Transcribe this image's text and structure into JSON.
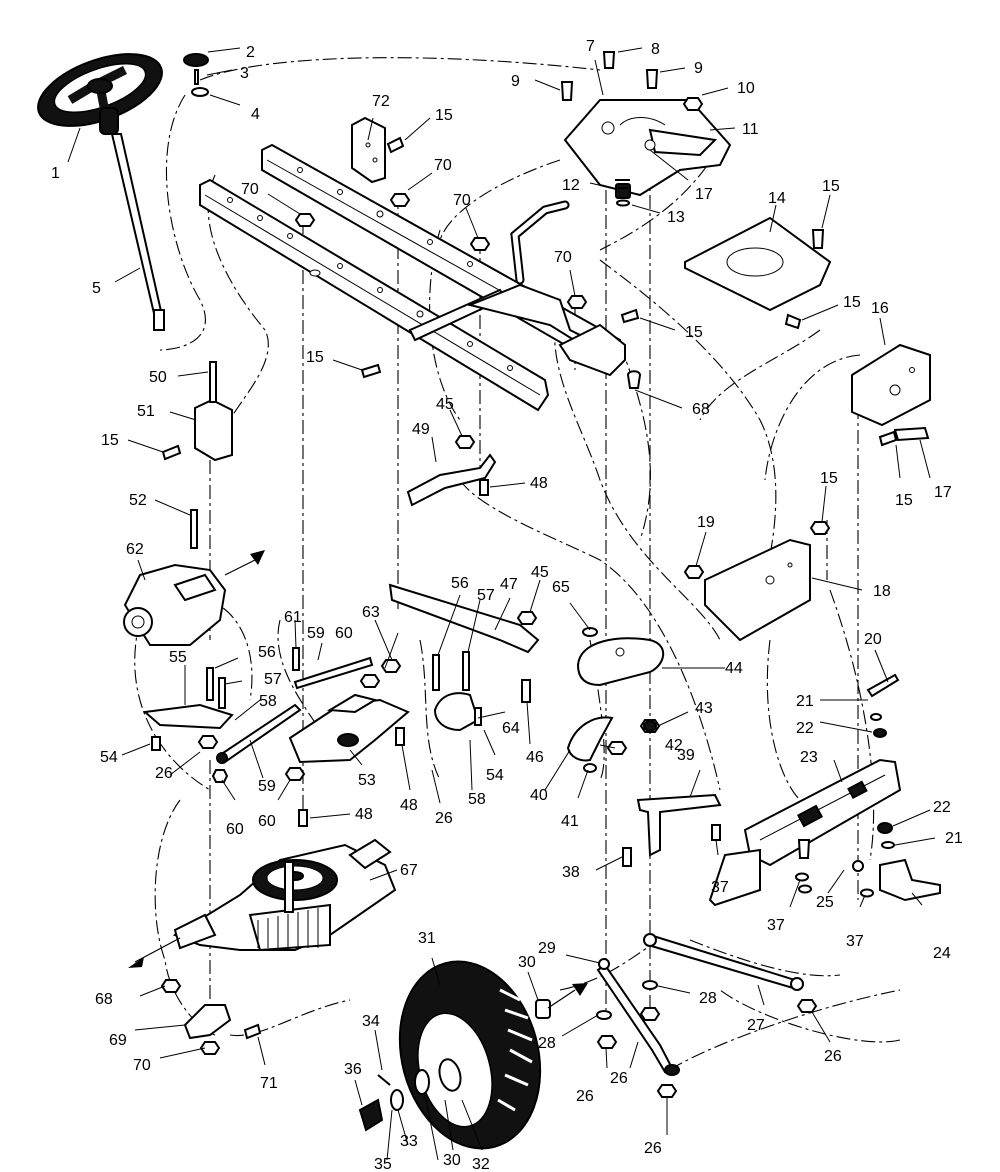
{
  "callouts": {
    "c1": "1",
    "c2": "2",
    "c3": "3",
    "c4": "4",
    "c5": "5",
    "c7": "7",
    "c8": "8",
    "c9a": "9",
    "c9b": "9",
    "c10": "10",
    "c11": "11",
    "c12": "12",
    "c13": "13",
    "c14": "14",
    "c15a": "15",
    "c15b": "15",
    "c15c": "15",
    "c15d": "15",
    "c15e": "15",
    "c15f": "15",
    "c15g": "15",
    "c15h": "15",
    "c16": "16",
    "c17a": "17",
    "c17b": "17",
    "c18": "18",
    "c19": "19",
    "c20": "20",
    "c21a": "21",
    "c21b": "21",
    "c22a": "22",
    "c22b": "22",
    "c23": "23",
    "c24": "24",
    "c25": "25",
    "c26a": "26",
    "c26b": "26",
    "c26c": "26",
    "c26d": "26",
    "c26e": "26",
    "c26f": "26",
    "c27": "27",
    "c28a": "28",
    "c28b": "28",
    "c29": "29",
    "c30a": "30",
    "c30b": "30",
    "c31": "31",
    "c32": "32",
    "c33": "33",
    "c34": "34",
    "c35": "35",
    "c36": "36",
    "c37a": "37",
    "c37b": "37",
    "c37c": "37",
    "c38": "38",
    "c39": "39",
    "c40": "40",
    "c41": "41",
    "c42": "42",
    "c43": "43",
    "c44": "44",
    "c45a": "45",
    "c45b": "45",
    "c46": "46",
    "c47": "47",
    "c48a": "48",
    "c48b": "48",
    "c48c": "48",
    "c49": "49",
    "c50": "50",
    "c51": "51",
    "c52": "52",
    "c53": "53",
    "c54a": "54",
    "c54b": "54",
    "c55": "55",
    "c56a": "56",
    "c56b": "56",
    "c57a": "57",
    "c57b": "57",
    "c58a": "58",
    "c58b": "58",
    "c59a": "59",
    "c59b": "59",
    "c60a": "60",
    "c60b": "60",
    "c60c": "60",
    "c61": "61",
    "c62": "62",
    "c63": "63",
    "c64": "64",
    "c65": "65",
    "c67": "67",
    "c68a": "68",
    "c68b": "68",
    "c69": "69",
    "c70a": "70",
    "c70b": "70",
    "c70c": "70",
    "c70d": "70",
    "c70e": "70",
    "c71": "71",
    "c72": "72"
  }
}
